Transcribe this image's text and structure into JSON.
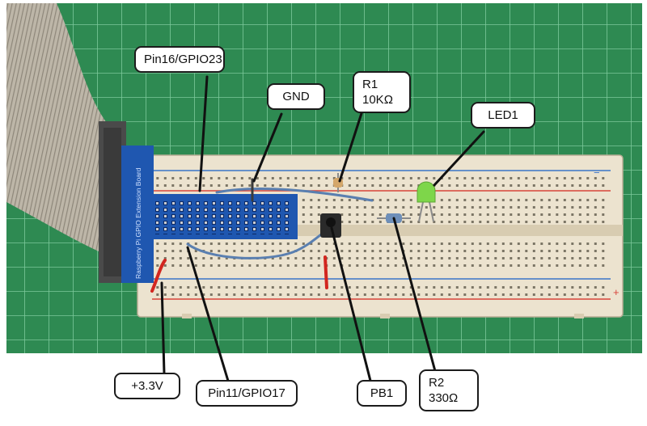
{
  "labels": {
    "gpio23": "Pin16/GPIO23",
    "gnd": "GND",
    "r1": {
      "name": "R1",
      "value": "10KΩ"
    },
    "led1": "LED1",
    "v33": "+3.3V",
    "gpio17": "Pin11/GPIO17",
    "pb1": "PB1",
    "r2": {
      "name": "R2",
      "value": "330Ω"
    }
  },
  "board_text": "Raspberry Pi GPIO Extension Board",
  "rail_marks": {
    "minus": "−",
    "plus": "+"
  },
  "colors": {
    "cutting_mat": "#2e8a52",
    "mat_grid": "#7cc89a",
    "breadboard": "#ece3cf",
    "blue_rail": "#3a74c9",
    "red_rail": "#d8443a",
    "gpio_board": "#1f57b0",
    "ribbon_cable": "#b9b2a4",
    "wire_blue": "#5a7fb0",
    "wire_red": "#d2261f",
    "led": "#7ed64a"
  }
}
